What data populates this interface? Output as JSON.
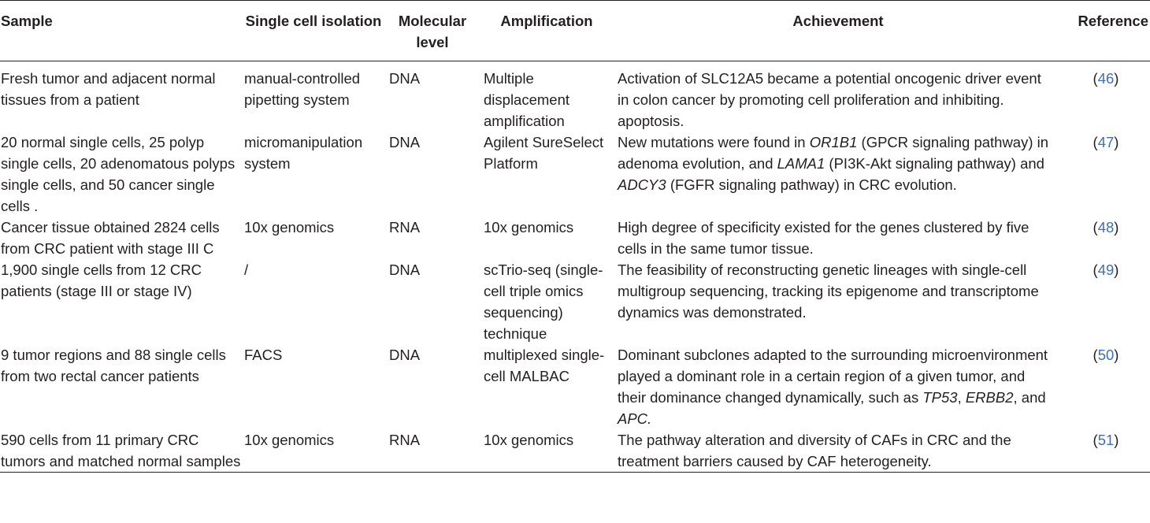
{
  "headers": [
    "Sample",
    "Single cell isolation",
    "Molecular level",
    "Amplification",
    "Achievement",
    "Reference"
  ],
  "rows": [
    {
      "sample": "Fresh tumor and adjacent normal tissues from a patient",
      "isolation": "manual-controlled pipetting system",
      "level": "DNA",
      "amplification": "Multiple displacement amplification",
      "achievement": [
        {
          "text": "Activation of SLC12A5 became a potential oncogenic driver event in colon cancer by promoting cell proliferation and inhibiting. apoptosis.",
          "italic": false
        }
      ],
      "reference": "46"
    },
    {
      "sample": "20 normal single cells, 25 polyp single cells, 20 adenomatous polyps single cells, and 50 cancer single cells .",
      "isolation": "micromanipulation system",
      "level": "DNA",
      "amplification": "Agilent SureSelect Platform",
      "achievement": [
        {
          "text": "New mutations were found in ",
          "italic": false
        },
        {
          "text": "OR1B1",
          "italic": true
        },
        {
          "text": " (GPCR signaling pathway) in adenoma evolution, and ",
          "italic": false
        },
        {
          "text": "LAMA1",
          "italic": true
        },
        {
          "text": " (PI3K-Akt signaling pathway) and ",
          "italic": false
        },
        {
          "text": "ADCY3",
          "italic": true
        },
        {
          "text": " (FGFR signaling pathway) in CRC evolution.",
          "italic": false
        }
      ],
      "reference": "47"
    },
    {
      "sample": "Cancer tissue obtained 2824 cells from CRC patient with stage III C",
      "isolation": "10x genomics",
      "level": "RNA",
      "amplification": "10x genomics",
      "achievement": [
        {
          "text": "High degree of specificity existed for the genes clustered by five cells in the same tumor tissue.",
          "italic": false
        }
      ],
      "reference": "48"
    },
    {
      "sample": "1,900 single cells from 12 CRC patients (stage III or stage IV)",
      "isolation": "/",
      "level": "DNA",
      "amplification": "scTrio-seq (single-cell triple omics sequencing) technique",
      "achievement": [
        {
          "text": "The feasibility of reconstructing genetic lineages with single-cell multigroup sequencing, tracking its epigenome and transcriptome dynamics was demonstrated.",
          "italic": false
        }
      ],
      "reference": "49"
    },
    {
      "sample": "9 tumor regions and 88 single cells from two rectal cancer patients",
      "isolation": "FACS",
      "level": "DNA",
      "amplification": "multiplexed single-cell MALBAC",
      "achievement": [
        {
          "text": "Dominant subclones adapted to the surrounding microenvironment played a dominant role in a certain region of a given tumor, and their dominance changed dynamically, such as ",
          "italic": false
        },
        {
          "text": "TP53",
          "italic": true
        },
        {
          "text": ", ",
          "italic": false
        },
        {
          "text": "ERBB2",
          "italic": true
        },
        {
          "text": ", and ",
          "italic": false
        },
        {
          "text": "APC.",
          "italic": true
        }
      ],
      "reference": "50"
    },
    {
      "sample": "590 cells from 11 primary CRC tumors and matched normal samples",
      "isolation": "10x genomics",
      "level": "RNA",
      "amplification": "10x genomics",
      "achievement": [
        {
          "text": "The pathway alteration and diversity of CAFs in CRC and the treatment barriers caused by CAF heterogeneity.",
          "italic": false
        }
      ],
      "reference": "51"
    }
  ]
}
